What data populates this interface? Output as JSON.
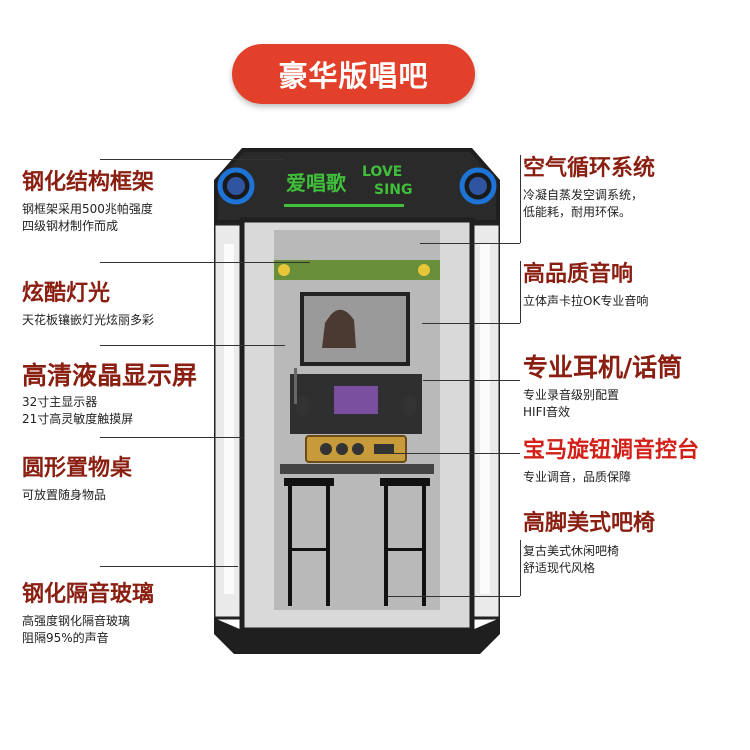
{
  "title": "豪华版唱吧",
  "booth": {
    "sign_cn": "爱唱歌",
    "sign_en_top": "LOVE",
    "sign_en_bottom": "SING"
  },
  "left_features": [
    {
      "title": "钢化结构框架",
      "desc": [
        "钢框架采用500兆帕强度",
        "四级钢材制作而成"
      ]
    },
    {
      "title": "炫酷灯光",
      "desc": [
        "天花板镶嵌灯光炫丽多彩"
      ]
    },
    {
      "title": "高清液晶显示屏",
      "desc": [
        "32寸主显示器",
        "21寸高灵敏度触摸屏"
      ]
    },
    {
      "title": "圆形置物桌",
      "desc": [
        "可放置随身物品"
      ]
    },
    {
      "title": "钢化隔音玻璃",
      "desc": [
        "高强度钢化隔音玻璃",
        "阻隔95%的声音"
      ]
    }
  ],
  "right_features": [
    {
      "title": "空气循环系统",
      "desc": [
        "冷凝自蒸发空调系统，",
        "低能耗，耐用环保。"
      ]
    },
    {
      "title": "高品质音响",
      "desc": [
        "立体声卡拉OK专业音响"
      ]
    },
    {
      "title": "专业耳机/话筒",
      "desc": [
        "专业录音级别配置",
        "HIFI音效"
      ]
    },
    {
      "title": "宝马旋钮调音控台",
      "desc": [
        "专业调音，品质保障"
      ]
    },
    {
      "title": "高脚美式吧椅",
      "desc": [
        "复古美式休闲吧椅",
        "舒适现代风格"
      ]
    }
  ],
  "colors": {
    "title_bg": "#e2402b",
    "feature_title": "#8a1e10",
    "accent_title": "#d21f17",
    "booth_frame": "#1f1f1f",
    "sign_green": "#3fbf3a"
  }
}
